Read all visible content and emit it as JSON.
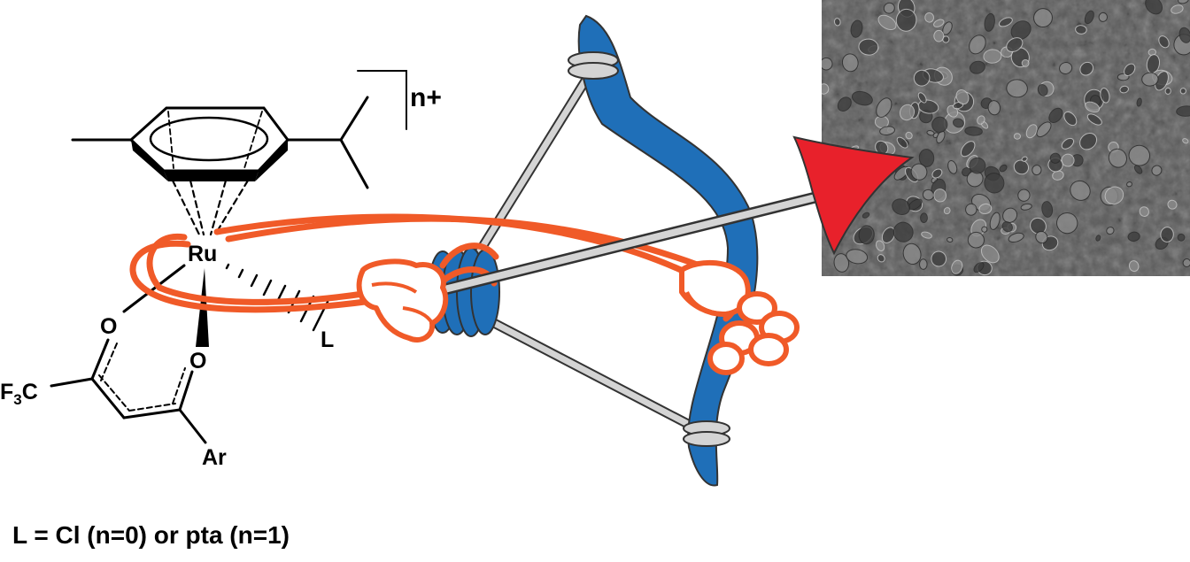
{
  "molecule": {
    "metal": "Ru",
    "charge": "n+",
    "ligand": "L",
    "oxygen_upper": "O",
    "oxygen_lower": "O",
    "cf3_prefix": "F",
    "cf3_sub": "3",
    "cf3_suffix": "C",
    "aryl": "Ar"
  },
  "caption": "L = Cl (n=0) or pta (n=1)",
  "colors": {
    "bow": "#1f6fb8",
    "string": "#f05a28",
    "arrowhead": "#e8212b",
    "shaft": "#d4d4d4",
    "outline": "#333333",
    "micrograph": "#5d5d5d"
  },
  "icons": {
    "bow": "bow-icon",
    "arrow": "arrow-icon",
    "hand_front": "hand-icon",
    "hand_back": "fist-icon",
    "cells": "cell-micrograph"
  }
}
